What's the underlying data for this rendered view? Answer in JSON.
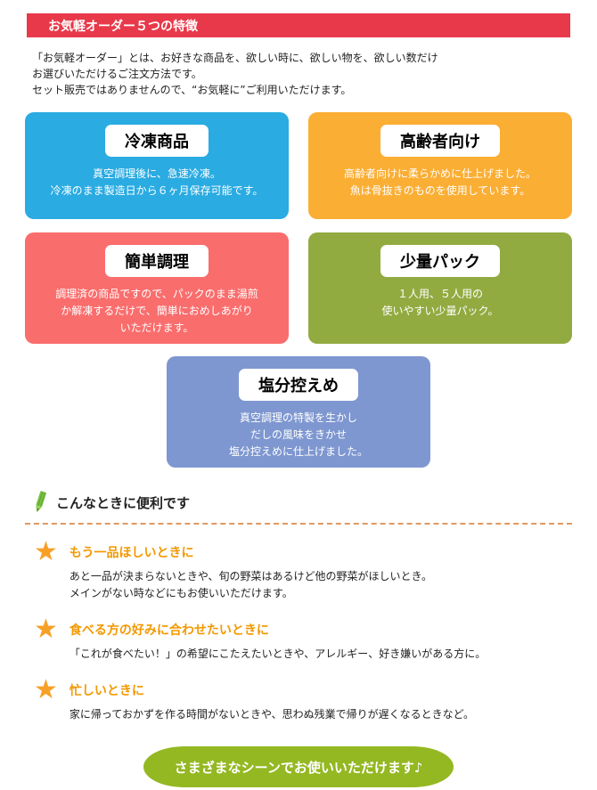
{
  "colors": {
    "header_bg": "#e8394a",
    "star": "#f7a028",
    "tip_title_text": "#f39800",
    "divider": "#e2995f",
    "pill_bg": "#94b822",
    "pencil_green": "#7bc143"
  },
  "header": {
    "title": "お気軽オーダー５つの特徴"
  },
  "intro": {
    "text": "「お気軽オーダー」とは、お好きな商品を、欲しい時に、欲しい物を、欲しい数だけ\nお選びいただけるご注文方法です。\nセット販売ではありませんので、“お気軽に”ご利用いただけます。"
  },
  "features": [
    {
      "title": "冷凍商品",
      "desc": "真空調理後に、急速冷凍。\n冷凍のまま製造日から６ヶ月保存可能です。",
      "color": "#2aabe2"
    },
    {
      "title": "高齢者向け",
      "desc": "高齢者向けに柔らかめに仕上げました。\n魚は骨抜きのものを使用しています。",
      "color": "#fbae34"
    },
    {
      "title": "簡単調理",
      "desc": "調理済の商品ですので、パックのまま湯煎\nか解凍するだけで、簡単におめしあがり\nいただけます。",
      "color": "#fa6d6d"
    },
    {
      "title": "少量パック",
      "desc": "１人用、５人用の\n使いやすい少量パック。",
      "color": "#92ab41"
    },
    {
      "title": "塩分控えめ",
      "desc": "真空調理の特製を生かし\nだしの風味をきかせ\n塩分控えめに仕上げました。",
      "color": "#7e97d0"
    }
  ],
  "tips": {
    "heading": "こんなときに便利です",
    "items": [
      {
        "title": "もう一品ほしいときに",
        "desc": "あと一品が決まらないときや、旬の野菜はあるけど他の野菜がほしいとき。\nメインがない時などにもお使いいただけます。"
      },
      {
        "title": "食べる方の好みに合わせたいときに",
        "desc": "「これが食べたい！」の希望にこたえたいときや、アレルギー、好き嫌いがある方に。"
      },
      {
        "title": "忙しいときに",
        "desc": "家に帰っておかずを作る時間がないときや、思わぬ残業で帰りが遅くなるときなど。"
      }
    ]
  },
  "footer": {
    "pill_text": "さまざまなシーンでお使いいただけます♪"
  },
  "icons": {
    "star_glyph": "★"
  }
}
